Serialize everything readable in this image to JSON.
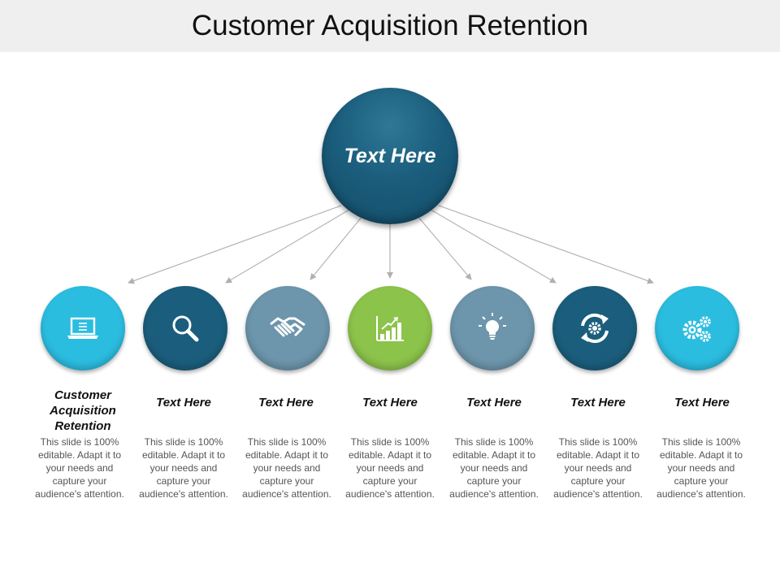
{
  "title": "Customer Acquisition Retention",
  "hub": {
    "label": "Text Here"
  },
  "nodes": [
    {
      "icon": "laptop-icon",
      "color": "#2bbde0",
      "label": "Customer Acquisition Retention",
      "description": "This slide is 100% editable. Adapt it to your needs and capture your audience's attention."
    },
    {
      "icon": "magnifier-icon",
      "color": "#1b5d7c",
      "label": "Text Here",
      "description": "This slide is 100% editable. Adapt it to your needs and capture your audience's attention."
    },
    {
      "icon": "handshake-icon",
      "color": "#6d95ab",
      "label": "Text Here",
      "description": "This slide is 100% editable. Adapt it to your needs and capture your audience's attention."
    },
    {
      "icon": "growth-chart-icon",
      "color": "#8cc34a",
      "label": "Text Here",
      "description": "This slide is 100% editable. Adapt it to your needs and capture your audience's attention."
    },
    {
      "icon": "lightbulb-icon",
      "color": "#6d95ab",
      "label": "Text Here",
      "description": "This slide is 100% editable. Adapt it to your needs and capture your audience's attention."
    },
    {
      "icon": "refresh-gear-icon",
      "color": "#1b5d7c",
      "label": "Text Here",
      "description": "This slide is 100% editable. Adapt it to your needs and capture your audience's attention."
    },
    {
      "icon": "gears-icon",
      "color": "#2bbde0",
      "label": "Text Here",
      "description": "This slide is 100% editable. Adapt it to your needs and capture your audience's attention."
    }
  ]
}
